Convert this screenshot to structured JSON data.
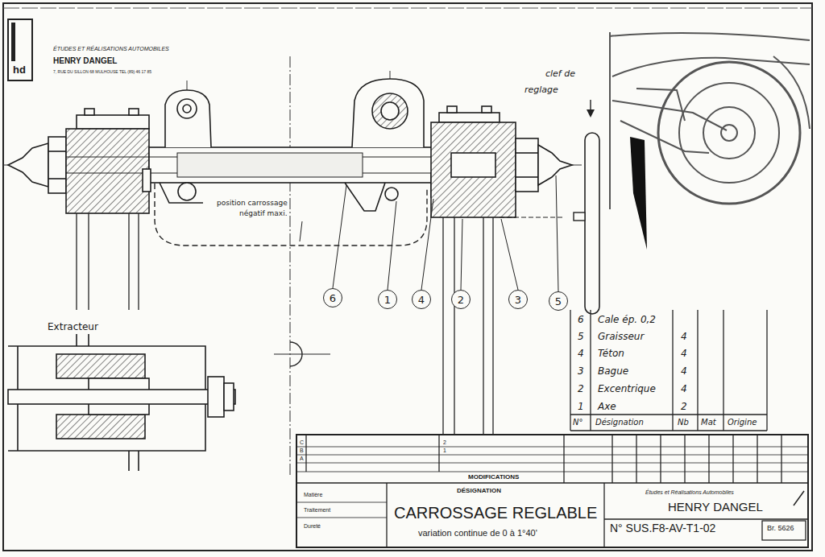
{
  "diagram": {
    "nodes": [
      {
        "text": [
          "6"
        ]
      },
      {
        "text": [
          "1"
        ]
      },
      {
        "text": [
          "4"
        ]
      },
      {
        "text": [
          "2"
        ]
      },
      {
        "text": [
          "3"
        ]
      },
      {
        "text": [
          "5"
        ]
      }
    ],
    "labels": [
      "hd",
      "ÉTUDES ET RÉALISATIONS AUTOMOBILES",
      "HENRY DANGEL",
      "7, RUE DU SILLON 68 MULHOUSE TEL (89) 46 17 85",
      "clef de",
      "reglage",
      "position carrossage",
      "négatif maxi.",
      "Extracteur",
      "6",
      "Cale ép. 0,2",
      "5",
      "Graisseur",
      "4",
      "4",
      "Téton",
      "4",
      "3",
      "Bague",
      "4",
      "2",
      "Excentrique",
      "4",
      "1",
      "Axe",
      "2",
      "N°",
      "Désignation",
      "Nb",
      "Mat",
      "Origine",
      "C",
      "B",
      "A",
      "2",
      "1",
      "MODIFICATIONS",
      "Matière",
      "Traitement",
      "Dureté",
      "DÉSIGNATION",
      "CARROSSAGE REGLABLE",
      "variation continue de 0 à 1°40'",
      "Études et Réalisations Automobiles",
      "HENRY DANGEL",
      "N° SUS.F8-AV-T1-02",
      "Br. 5626"
    ]
  }
}
